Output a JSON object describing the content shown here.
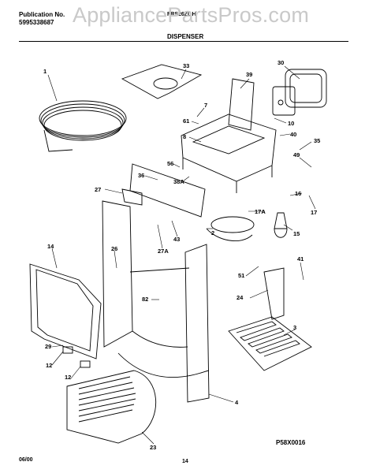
{
  "header": {
    "publication_label": "Publication No.",
    "publication_number": "5995338687",
    "model_label": "FRS26ZGH",
    "watermark": "AppliancePartsPros.com",
    "section_title": "DISPENSER"
  },
  "callouts": [
    "1",
    "33",
    "39",
    "30",
    "7",
    "61",
    "10",
    "8",
    "40",
    "35",
    "36",
    "56",
    "38A",
    "49",
    "16",
    "27",
    "17",
    "17A",
    "43",
    "2",
    "15",
    "14",
    "26",
    "27A",
    "41",
    "51",
    "82",
    "24",
    "3",
    "29",
    "12",
    "12",
    "23",
    "4"
  ],
  "footer": {
    "date": "06/00",
    "page": "14",
    "figure_code": "P58X0016"
  }
}
